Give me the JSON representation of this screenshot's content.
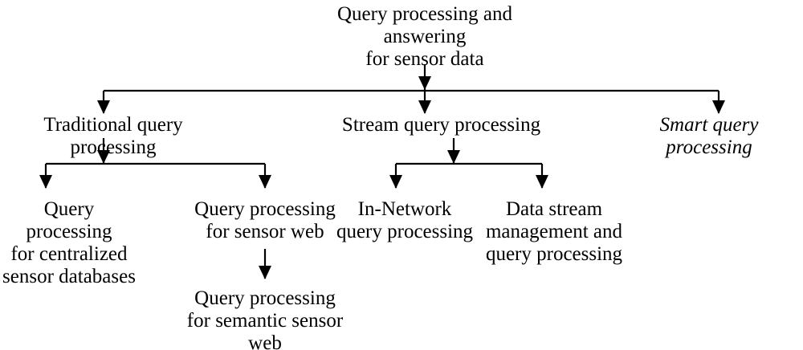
{
  "diagram": {
    "title": "Query processing and answering for sensor data taxonomy",
    "background_color": "#ffffff",
    "line_color": "#000000",
    "text_color": "#000000",
    "nodes": {
      "root": {
        "label": "Query processing and\nanswering\nfor sensor data",
        "style": "regular"
      },
      "level1": [
        {
          "label": "Traditional query processing",
          "style": "regular"
        },
        {
          "label": "Stream query processing",
          "style": "regular"
        },
        {
          "label": "Smart query processing",
          "style": "italic"
        }
      ],
      "level2": [
        {
          "label": "Query processing\nfor centralized\nsensor databases",
          "style": "regular"
        },
        {
          "label": "Query processing\nfor sensor web",
          "style": "regular"
        },
        {
          "label": "In-Network\nquery processing",
          "style": "regular"
        },
        {
          "label": "Data stream\nmanagement and\nquery processing",
          "style": "regular"
        }
      ],
      "level3": [
        {
          "label": "Query processing\nfor semantic sensor\nweb",
          "style": "regular"
        }
      ]
    }
  }
}
